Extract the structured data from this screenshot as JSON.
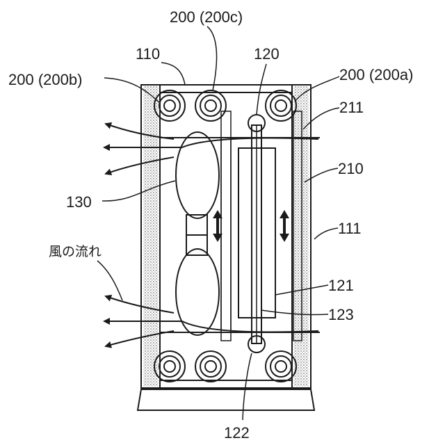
{
  "labels": {
    "l200c": "200 (200c)",
    "l110": "110",
    "l120": "120",
    "l200b": "200 (200b)",
    "l200a": "200 (200a)",
    "l211": "211",
    "l210": "210",
    "l130": "130",
    "l111": "111",
    "wind": "風の流れ",
    "l121": "121",
    "l123": "123",
    "l122": "122"
  },
  "colors": {
    "line": "#1a1a1a",
    "stipple": "#9a9a9a",
    "background": "#ffffff"
  }
}
